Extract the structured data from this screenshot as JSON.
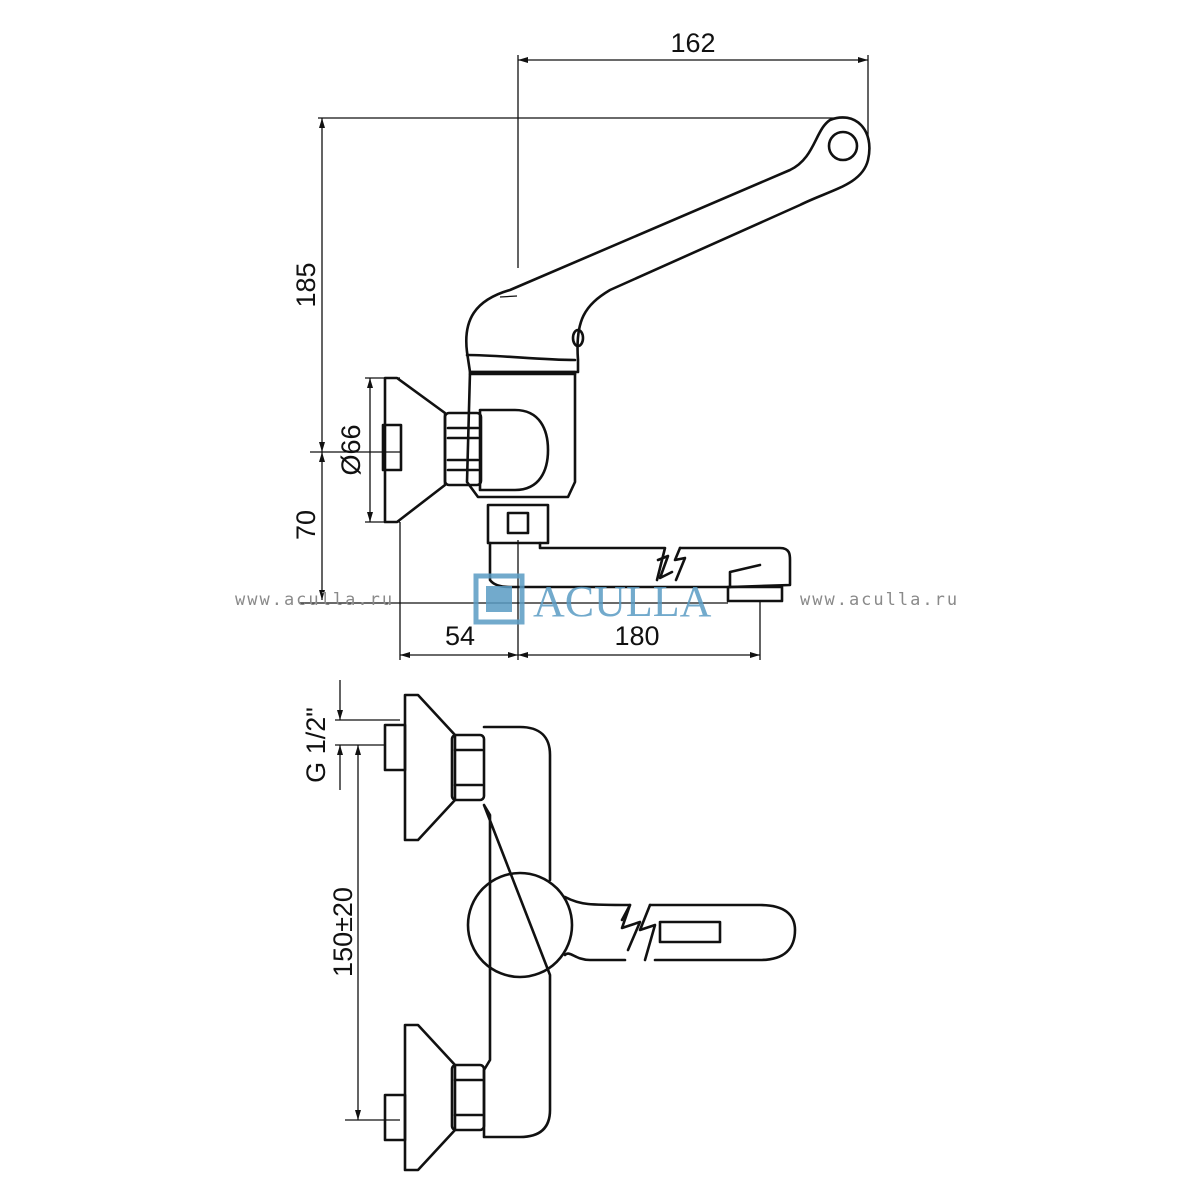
{
  "dimensions": {
    "handle_reach": "162",
    "height_above_axis": "185",
    "height_below_axis": "70",
    "flange_diameter": "Ø66",
    "wall_offset": "54",
    "spout_length": "180",
    "thread": "G 1/2\"",
    "inlet_spacing": "150±20"
  },
  "watermark": {
    "left": "www.aculla.ru",
    "right": "www.aculla.ru",
    "brand": "ACULLA"
  },
  "colors": {
    "line": "#111111",
    "brand": "#5a9cc4",
    "watermark": "#8a8a8a"
  }
}
